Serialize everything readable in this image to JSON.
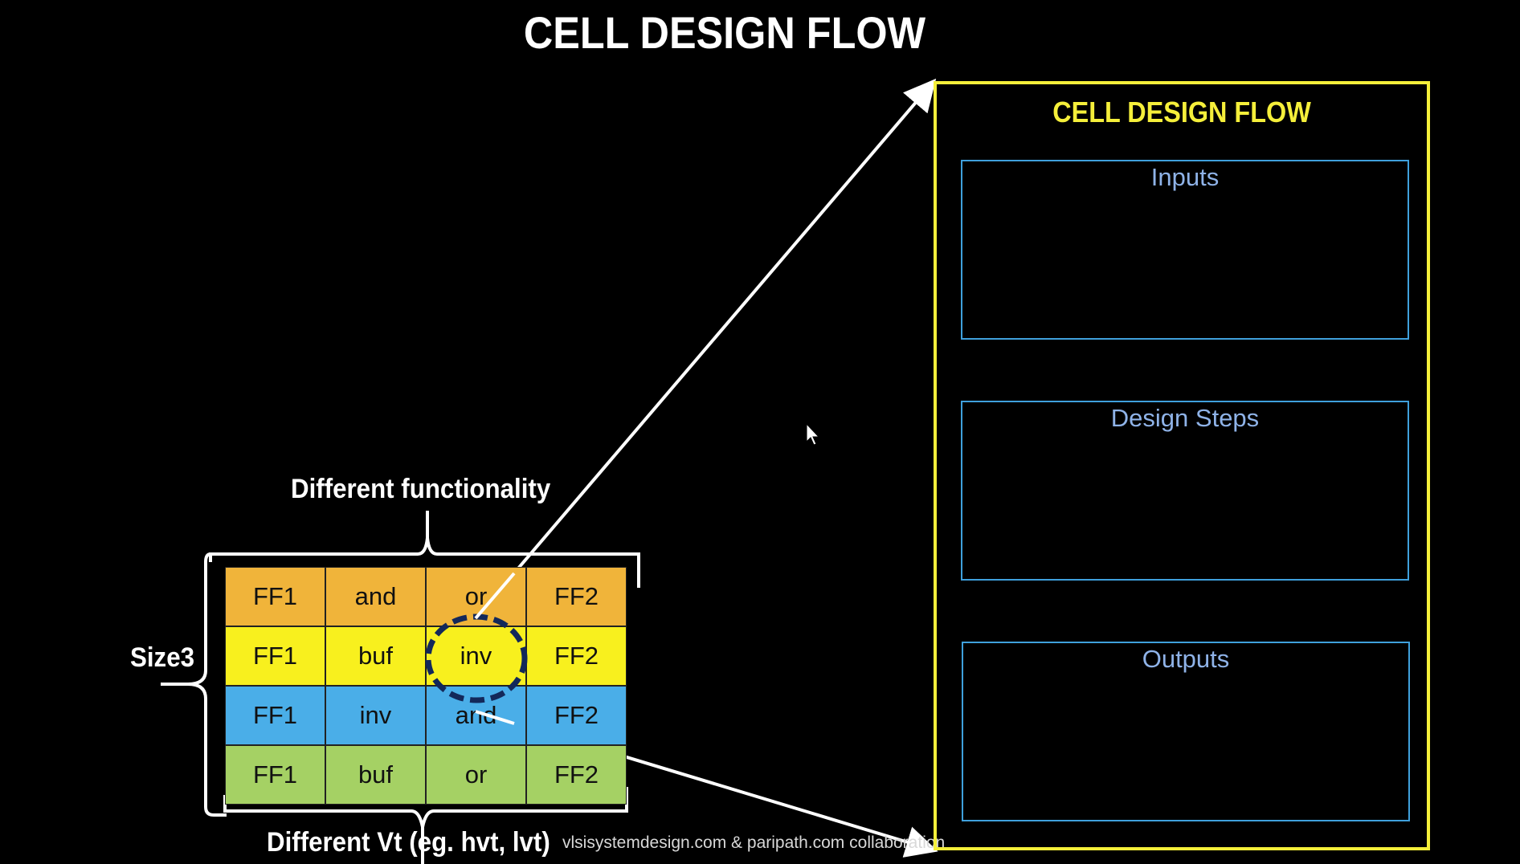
{
  "title": "CELL DESIGN FLOW",
  "labels": {
    "functionality": "Different functionality",
    "size": "Size3",
    "vt": "Different Vt (eg. hvt, lvt)"
  },
  "credit": "vlsisystemdesign.com & paripath.com collaboration",
  "grid": {
    "rows": [
      {
        "color": "#f0b43a",
        "cells": [
          "FF1",
          "and",
          "or",
          "FF2"
        ]
      },
      {
        "color": "#f8f01e",
        "cells": [
          "FF1",
          "buf",
          "inv",
          "FF2"
        ]
      },
      {
        "color": "#4aaee8",
        "cells": [
          "FF1",
          "inv",
          "and",
          "FF2"
        ]
      },
      {
        "color": "#a5d164",
        "cells": [
          "FF1",
          "buf",
          "or",
          "FF2"
        ]
      }
    ],
    "highlighted_cell": "inv"
  },
  "flow_panel": {
    "title": "CELL DESIGN FLOW",
    "border_color": "#f5ef3a",
    "sections": [
      "Inputs",
      "Design Steps",
      "Outputs"
    ]
  },
  "icons": [
    "mouse-cursor-icon"
  ]
}
